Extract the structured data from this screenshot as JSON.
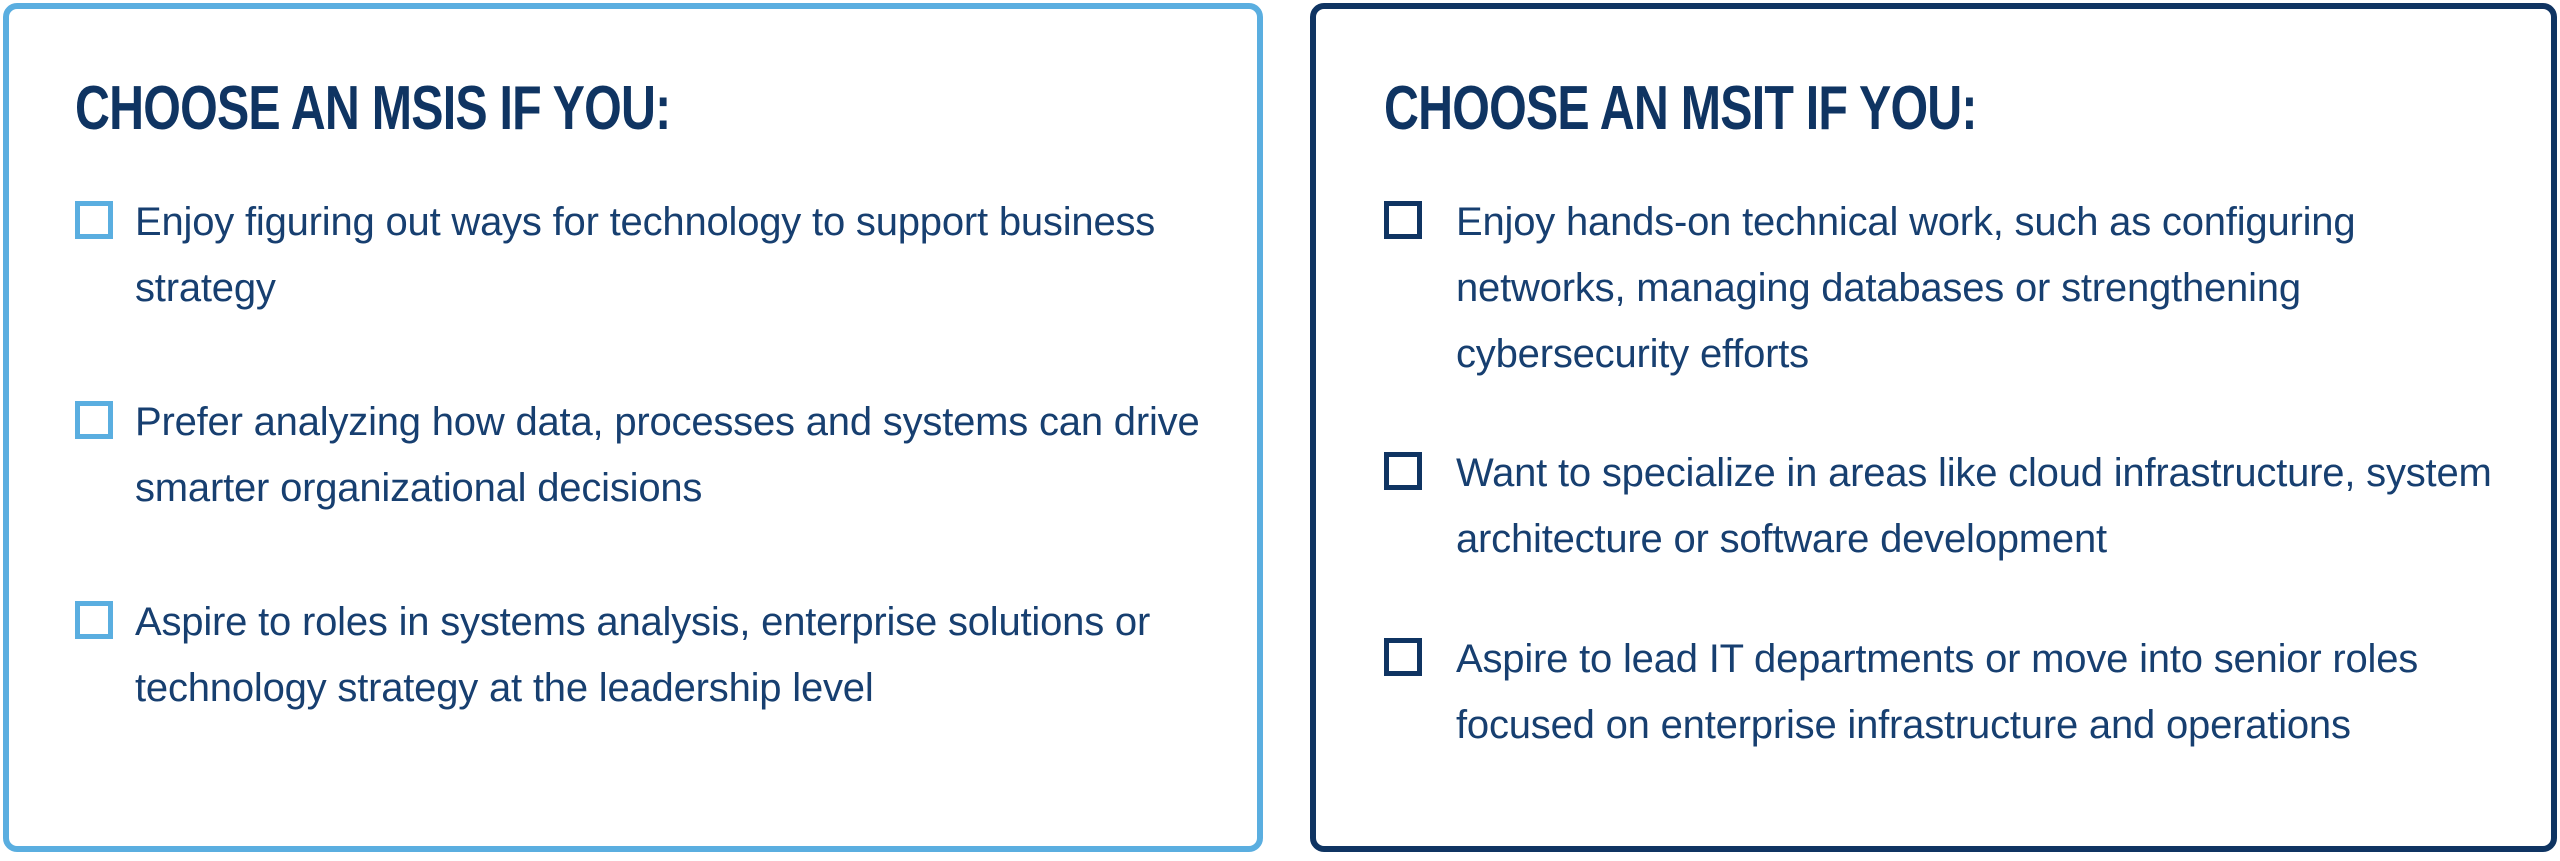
{
  "msis": {
    "title": "CHOOSE AN MSIS IF YOU:",
    "items": [
      {
        "text": "Enjoy figuring out ways for technology to support business strategy"
      },
      {
        "text": "Prefer analyzing how data, processes and systems can drive smarter organizational decisions"
      },
      {
        "text": "Aspire to roles in systems analysis, enterprise solutions or technology strategy at the leadership level"
      }
    ],
    "accent_color": "#5aaee0"
  },
  "msit": {
    "title": "CHOOSE AN MSIT IF YOU:",
    "items": [
      {
        "text": "Enjoy hands-on technical work, such as configuring networks, managing databases or strengthening cybersecurity efforts"
      },
      {
        "text": "Want to specialize in areas like cloud infrastructure, system architecture or software development"
      },
      {
        "text": "Aspire to lead IT departments or move into senior roles focused on enterprise infrastructure and operations"
      }
    ],
    "accent_color": "#0f3462"
  },
  "text_color": "#173f70"
}
